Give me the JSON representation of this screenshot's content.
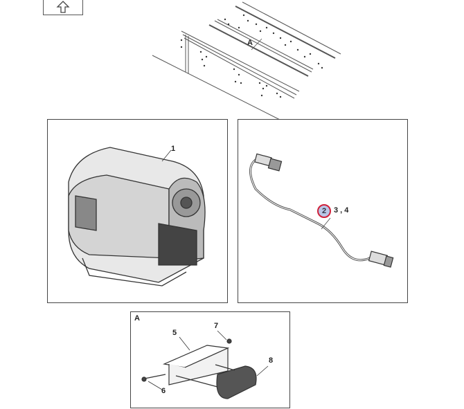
{
  "navigation": {
    "up_button_icon": "up-arrow-icon"
  },
  "overview": {
    "callout_a": "A"
  },
  "panel_unit": {
    "callout": "1"
  },
  "panel_harness": {
    "callout_selected": "2",
    "callout_rest": "3 , 4",
    "highlight_color": "#d0213a"
  },
  "panel_detail_a": {
    "view_label": "A",
    "callouts": [
      "5",
      "6",
      "7",
      "8"
    ]
  }
}
